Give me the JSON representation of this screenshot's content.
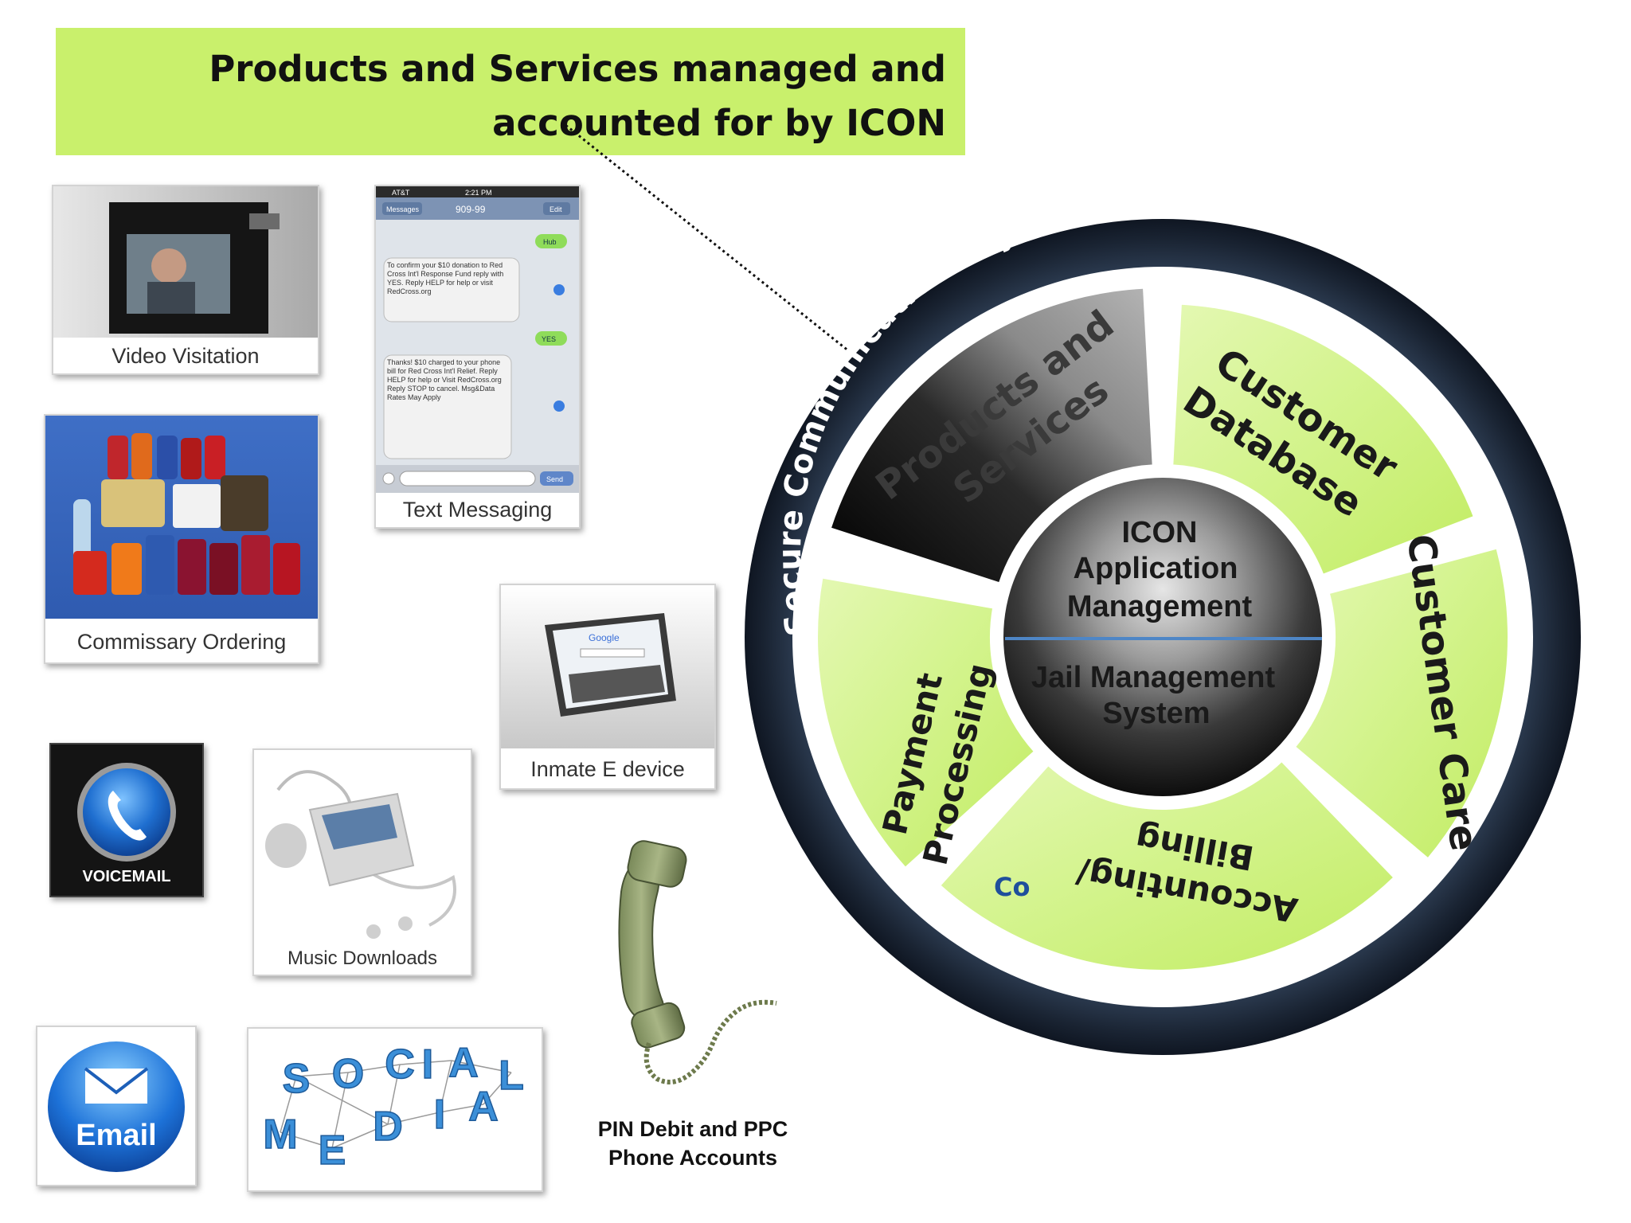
{
  "banner": {
    "line1": "Products and Services managed and",
    "line2": "accounted for by ICON"
  },
  "tiles": {
    "video_visitation": "Video Visitation",
    "text_messaging": "Text Messaging",
    "commissary_ordering": "Commissary Ordering",
    "inmate_e_device": "Inmate E device",
    "voicemail": "VOICEMAIL",
    "music_downloads": "Music Downloads",
    "email": "Email",
    "social_media": [
      "S",
      "O",
      "C",
      "I",
      "A",
      "L",
      "M",
      "E",
      "D",
      "I",
      "A"
    ]
  },
  "phone_screen": {
    "carrier": "AT&T",
    "time": "2:21 PM",
    "back": "Messages",
    "number": "909-99",
    "edit": "Edit",
    "bubble_hub": "Hub",
    "bubble_yes": "YES",
    "message1": "To confirm your $10 donation to Red Cross Int'l Response Fund reply with YES. Reply HELP for help or visit RedCross.org",
    "message2": "Thanks! $10 charged to your phone bill for Red Cross Int'l Relief. Reply HELP for help or Visit RedCross.org Reply STOP to cancel. Msg&Data Rates May Apply",
    "send": "Send"
  },
  "tablet_screen": {
    "logo": "Google"
  },
  "pin_caption": {
    "line1": "PIN Debit and PPC",
    "line2": "Phone Accounts"
  },
  "wheel": {
    "outer_ring_label": "Secure Communication Layer",
    "segments": {
      "products": [
        "Products and",
        "Services"
      ],
      "customer_database": [
        "Customer",
        "Database"
      ],
      "customer_care": [
        "Customer Care"
      ],
      "accounting": [
        "Accounting/",
        "Billing"
      ],
      "payment": [
        "Payment",
        "Processing"
      ]
    },
    "hidden_fragment": "Co",
    "hub_top": [
      "ICON",
      "Application",
      "Management"
    ],
    "hub_bottom": [
      "Jail Management",
      "System"
    ]
  },
  "colors": {
    "lime": "#c9f06c",
    "navy_ring": "#1f2b3c",
    "hub_divider": "#4e86c6"
  }
}
